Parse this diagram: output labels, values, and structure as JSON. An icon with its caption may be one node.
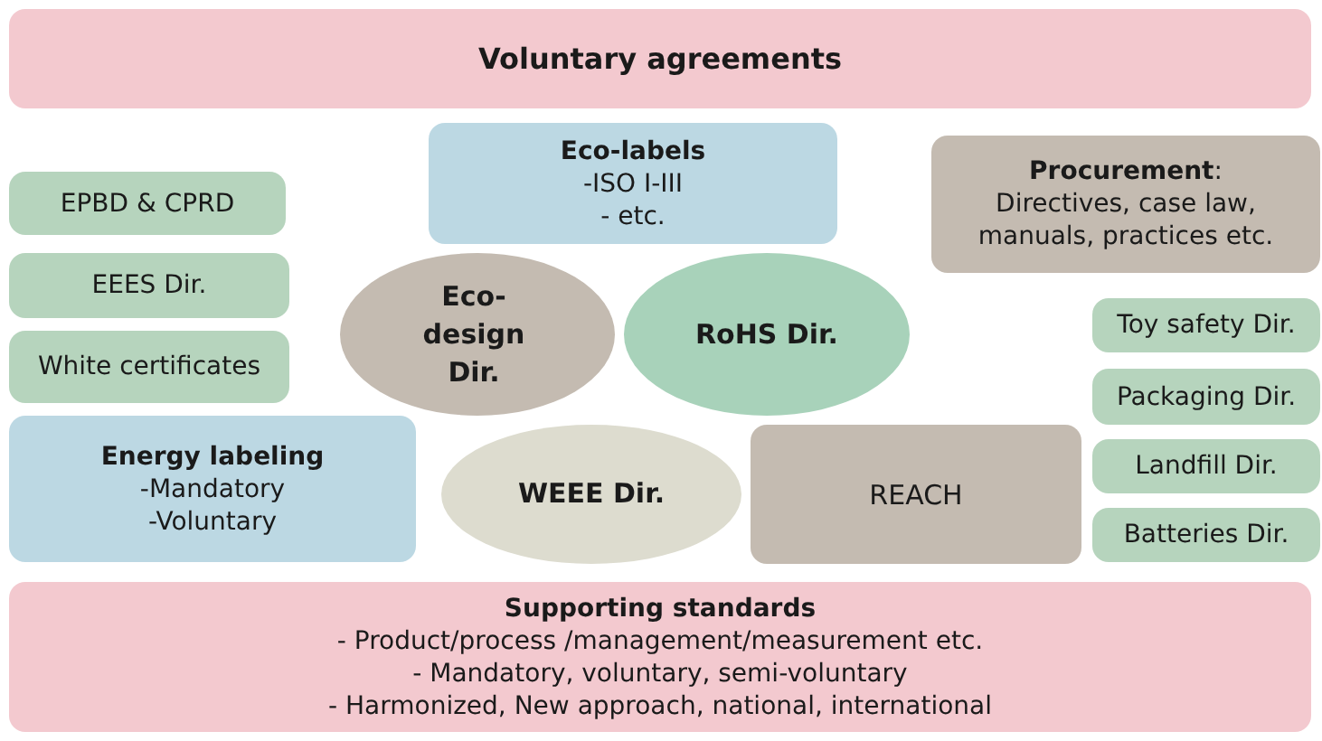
{
  "diagram": {
    "nodes": [
      {
        "text": [
          "Voluntary agreements"
        ]
      },
      {
        "text": [
          "EPBD & CPRD"
        ]
      },
      {
        "text": [
          "Eco-labels",
          "-ISO I-III",
          "- etc."
        ]
      },
      {
        "text": [
          "**Procurement**:",
          "Directives, case law, manuals, practices etc."
        ]
      },
      {
        "text": [
          "EEES Dir."
        ]
      },
      {
        "text": [
          "White certificates"
        ]
      },
      {
        "text": [
          "Eco-design Dir."
        ]
      },
      {
        "text": [
          "RoHS Dir."
        ]
      },
      {
        "text": [
          "Toy safety Dir."
        ]
      },
      {
        "text": [
          "Packaging Dir."
        ]
      },
      {
        "text": [
          "Energy labeling",
          "-Mandatory",
          "-Voluntary"
        ]
      },
      {
        "text": [
          "WEEE Dir."
        ]
      },
      {
        "text": [
          "REACH"
        ]
      },
      {
        "text": [
          "Landfill Dir."
        ]
      },
      {
        "text": [
          "Batteries Dir."
        ]
      },
      {
        "text": [
          "Supporting standards",
          "- Product/process /management/measurement etc.",
          "- Mandatory, voluntary, semi-voluntary",
          "- Harmonized, New approach, national, international"
        ]
      }
    ],
    "edges": []
  }
}
